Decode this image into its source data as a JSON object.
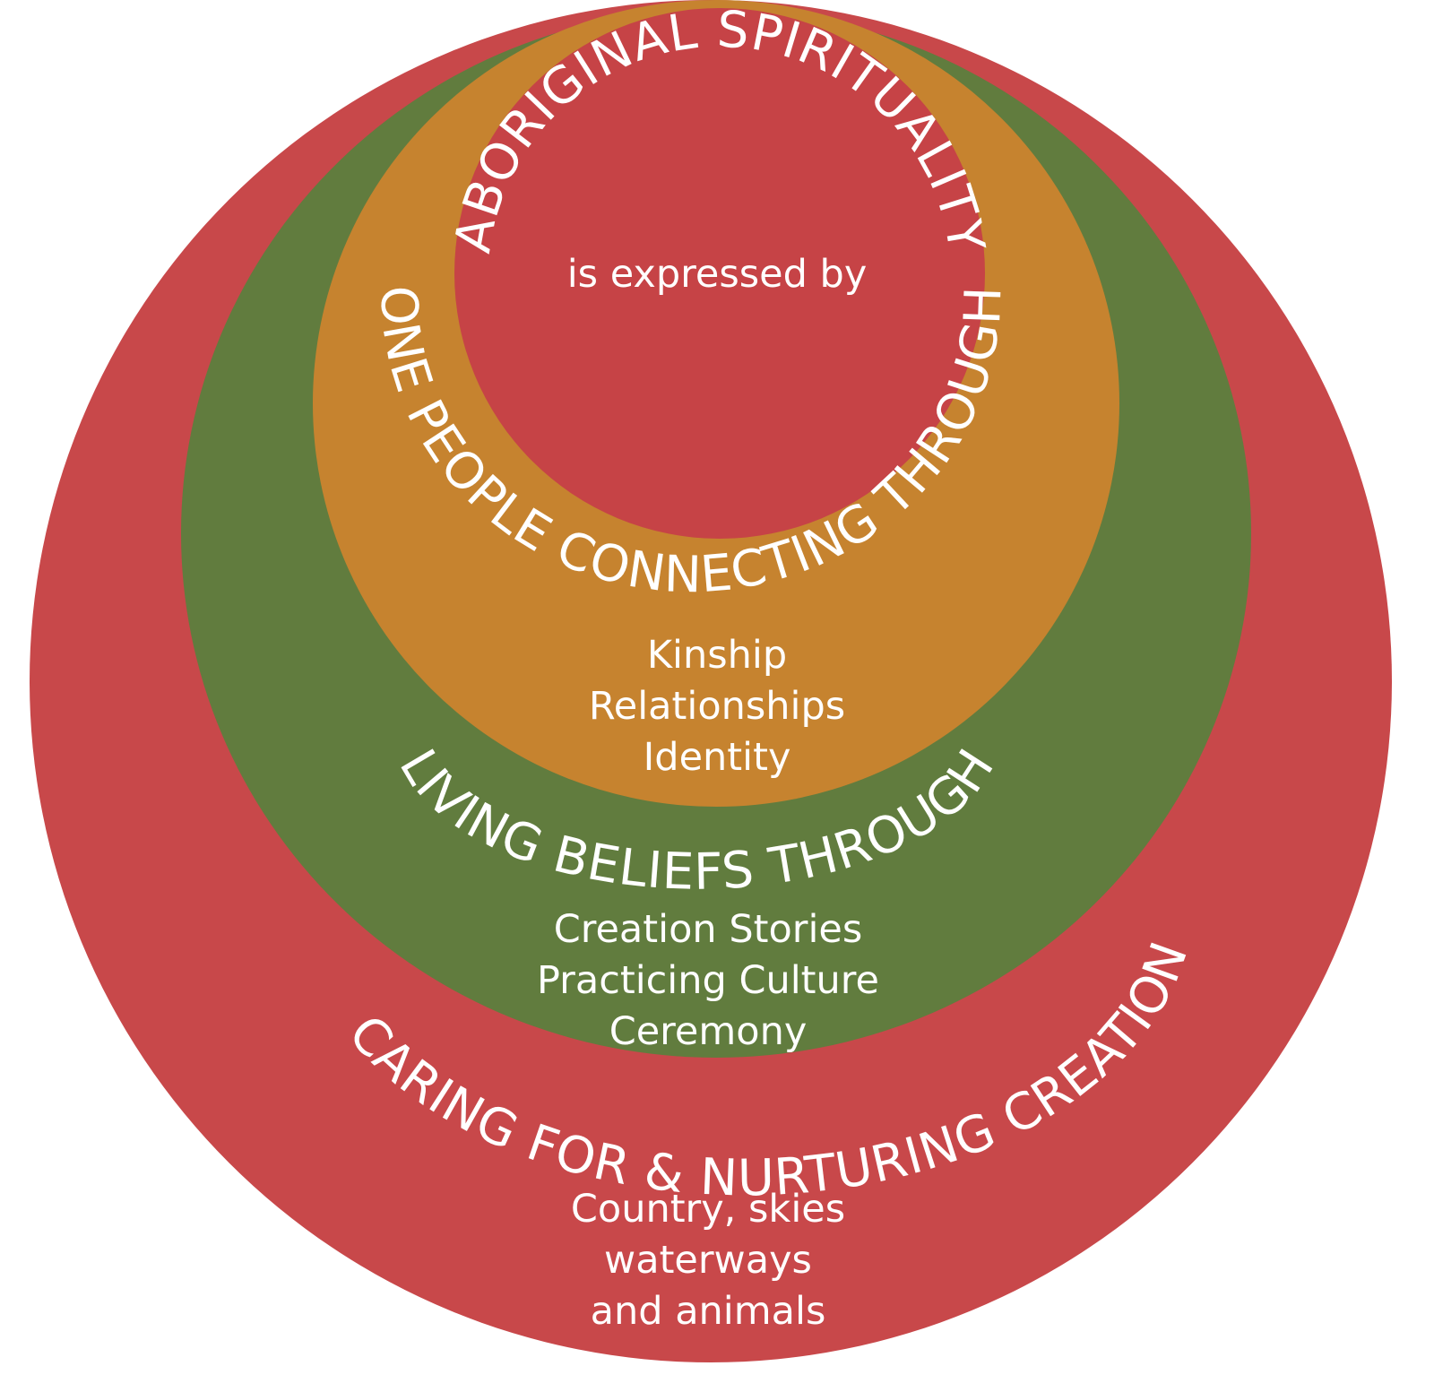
{
  "colors": {
    "outer_ring": "#c8484a",
    "middle_ring": "#617c3e",
    "inner_ring": "#c6832f",
    "core": "#c64346",
    "text": "#ffffff"
  },
  "core": {
    "heading": "ABORIGINAL SPIRITUALITY",
    "subtitle": "is expressed by"
  },
  "inner_ring": {
    "heading": "ONE PEOPLE CONNECTING THROUGH",
    "items": [
      "Kinship",
      "Relationships",
      "Identity"
    ]
  },
  "middle_ring": {
    "heading": "LIVING BELIEFS THROUGH",
    "items": [
      "Creation Stories",
      "Practicing Culture",
      "Ceremony"
    ]
  },
  "outer_ring": {
    "heading": "CARING FOR & NURTURING CREATION",
    "items": [
      "Country, skies",
      "waterways",
      "and animals"
    ]
  }
}
